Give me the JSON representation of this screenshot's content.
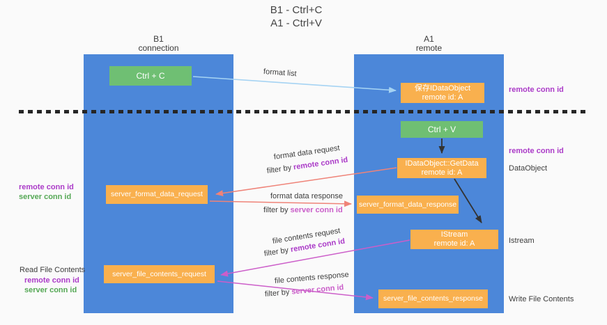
{
  "title": {
    "line1": "B1 - Ctrl+C",
    "line2": "A1 - Ctrl+V"
  },
  "columns": {
    "b1": {
      "name": "B1",
      "role": "connection"
    },
    "a1": {
      "name": "A1",
      "role": "remote"
    }
  },
  "boxes": {
    "ctrl_c": "Ctrl + C",
    "ctrl_v": "Ctrl + V",
    "save_idataobject": {
      "line1": "保存IDataObject",
      "line2": "remote id: A"
    },
    "getdata": {
      "line1": "IDataObject::GetData",
      "line2": "remote id: A"
    },
    "istream": {
      "line1": "IStream",
      "line2": "remote id: A"
    },
    "format_request": "server_format_data_request",
    "format_response": "server_format_data_response",
    "file_request": "server_file_contents_request",
    "file_response": "server_file_contents_response"
  },
  "edge_labels": {
    "format_list": "format list",
    "format_data_request": "format data request",
    "format_data_response": "format data response",
    "file_contents_request": "file contents request",
    "file_contents_response": "file contents response",
    "filter_by": "filter by",
    "remote_conn_id": "remote conn id",
    "server_conn_id": "server conn id"
  },
  "side_labels": {
    "remote_conn_id": "remote conn id",
    "server_conn_id": "server conn id",
    "dataobject": "DataObject",
    "istream": "Istream",
    "read_file_contents": "Read File Contents",
    "write_file_contents": "Write File Contents"
  },
  "colors": {
    "lifeline_blue": "#4c87d9",
    "action_green": "#6fbf73",
    "message_orange": "#f9b04e",
    "remote_conn_purple": "#ab3bc8",
    "server_conn_green": "#55a855",
    "server_conn_orchid": "#ca5ec9",
    "arrow_salmon": "#ef8378",
    "arrow_magenta": "#cc5ec9",
    "arrow_lightblue": "#a5d3f3",
    "arrow_black": "#333333"
  }
}
